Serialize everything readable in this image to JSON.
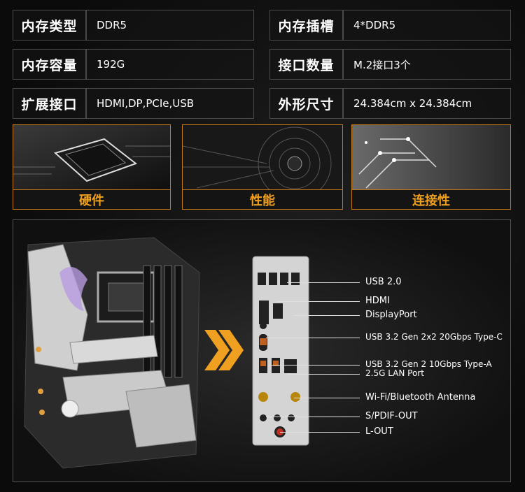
{
  "specs": [
    {
      "left_label": "内存类型",
      "left_value": "DDR5",
      "right_label": "内存插槽",
      "right_value": "4*DDR5"
    },
    {
      "left_label": "内存容量",
      "left_value": "192G",
      "right_label": "接口数量",
      "right_value": "M.2接口3个"
    },
    {
      "left_label": "扩展接口",
      "left_value": "HDMI,DP,PCIe,USB",
      "right_label": "外形尺寸",
      "right_value": "24.384cm x 24.384cm"
    }
  ],
  "features": [
    {
      "caption": "硬件",
      "icon": "chip-image"
    },
    {
      "caption": "性能",
      "icon": "tech-circle-image"
    },
    {
      "caption": "连接性",
      "icon": "circuit-image"
    }
  ],
  "io_ports": [
    {
      "label": "USB 2.0"
    },
    {
      "label": "HDMI"
    },
    {
      "label": "DisplayPort"
    },
    {
      "label": "USB 3.2 Gen 2x2 20Gbps Type-C"
    },
    {
      "label": "USB 3.2 Gen 2 10Gbps Type-A"
    },
    {
      "label": "2.5G LAN Port"
    },
    {
      "label": "Wi-Fi/Bluetooth Antenna"
    },
    {
      "label": "S/PDIF-OUT"
    },
    {
      "label": "L-OUT"
    }
  ],
  "colors": {
    "accent": "#f0a020",
    "border": "#4a4a4a"
  }
}
